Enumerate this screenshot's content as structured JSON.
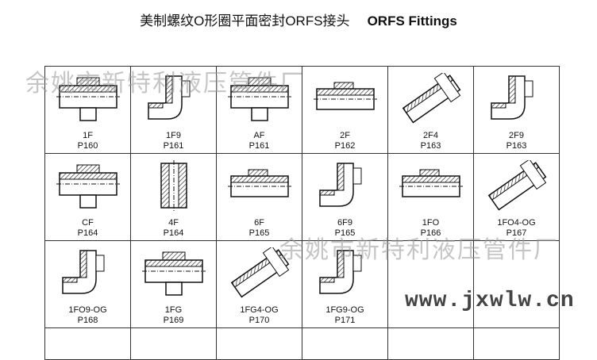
{
  "title": {
    "cn": "美制螺纹O形圈平面密封ORFS接头",
    "en": "ORFS Fittings"
  },
  "watermark": {
    "company": "余姚市新特利液压管件厂",
    "url": "www.jxwlw.cn"
  },
  "fittings": [
    {
      "code": "1F",
      "page": "P160",
      "shape": "tee",
      "icon": "straight-union-fitting-icon"
    },
    {
      "code": "1F9",
      "page": "P161",
      "shape": "elbow",
      "icon": "elbow-fitting-icon"
    },
    {
      "code": "AF",
      "page": "P161",
      "shape": "tee",
      "icon": "tee-fitting-icon"
    },
    {
      "code": "2F",
      "page": "P162",
      "shape": "straight",
      "icon": "straight-fitting-icon"
    },
    {
      "code": "2F4",
      "page": "P163",
      "shape": "angle45",
      "icon": "45-degree-fitting-icon"
    },
    {
      "code": "2F9",
      "page": "P163",
      "shape": "elbow",
      "icon": "elbow-fitting-icon"
    },
    {
      "code": "CF",
      "page": "P164",
      "shape": "tee",
      "icon": "cross-fitting-icon"
    },
    {
      "code": "4F",
      "page": "P164",
      "shape": "plug",
      "icon": "plug-fitting-icon"
    },
    {
      "code": "6F",
      "page": "P165",
      "shape": "straight",
      "icon": "straight-fitting-icon"
    },
    {
      "code": "6F9",
      "page": "P165",
      "shape": "elbow",
      "icon": "elbow-fitting-icon"
    },
    {
      "code": "1FO",
      "page": "P166",
      "shape": "straight",
      "icon": "straight-fitting-icon"
    },
    {
      "code": "1FO4-OG",
      "page": "P167",
      "shape": "angle45",
      "icon": "45-degree-fitting-icon"
    },
    {
      "code": "1FO9-OG",
      "page": "P168",
      "shape": "elbow",
      "icon": "elbow-fitting-icon"
    },
    {
      "code": "1FG",
      "page": "P169",
      "shape": "tee",
      "icon": "union-fitting-icon"
    },
    {
      "code": "1FG4-OG",
      "page": "P170",
      "shape": "angle45",
      "icon": "45-degree-fitting-icon"
    },
    {
      "code": "1FG9-OG",
      "page": "P171",
      "shape": "elbow",
      "icon": "elbow-fitting-icon"
    }
  ]
}
